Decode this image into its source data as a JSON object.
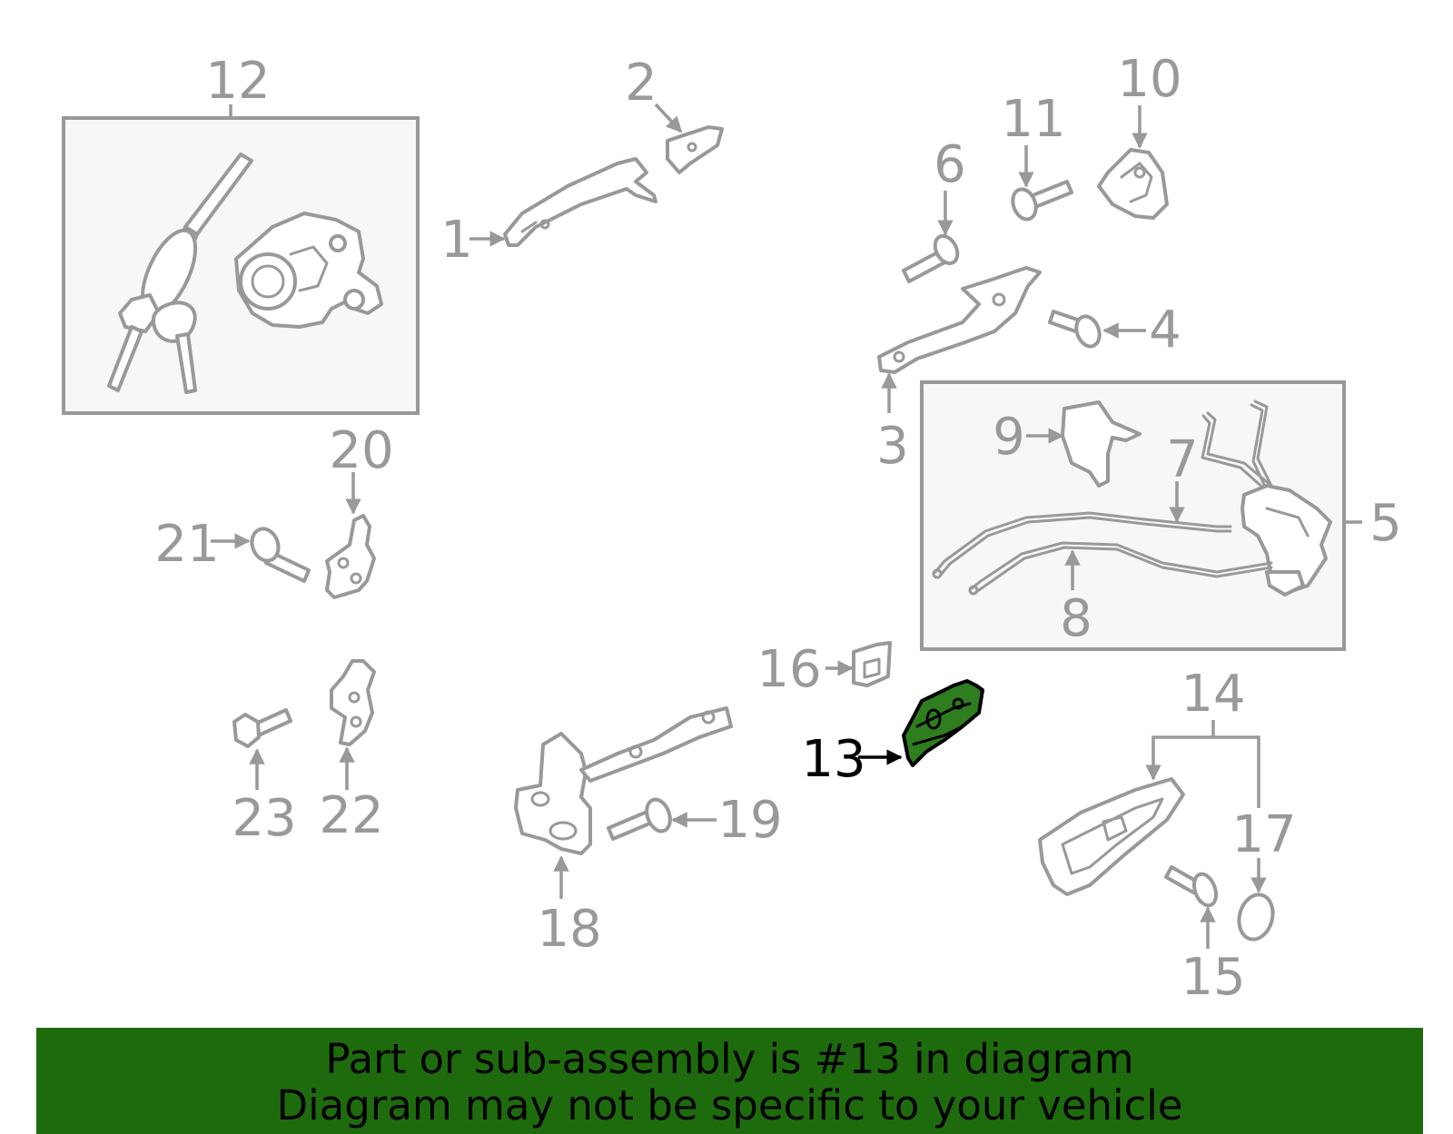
{
  "diagram": {
    "highlight_color": "#2e7d1e",
    "line_color": "#999999",
    "callouts": {
      "c1": "1",
      "c2": "2",
      "c3": "3",
      "c4": "4",
      "c5": "5",
      "c6": "6",
      "c7": "7",
      "c8": "8",
      "c9": "9",
      "c10": "10",
      "c11": "11",
      "c12": "12",
      "c13": "13",
      "c14": "14",
      "c15": "15",
      "c16": "16",
      "c17": "17",
      "c18": "18",
      "c19": "19",
      "c20": "20",
      "c21": "21",
      "c22": "22",
      "c23": "23"
    }
  },
  "banner": {
    "background": "#1e6b0e",
    "line1": "Part or sub-assembly is #13 in diagram",
    "line2": "Diagram may not be specific to your vehicle"
  }
}
